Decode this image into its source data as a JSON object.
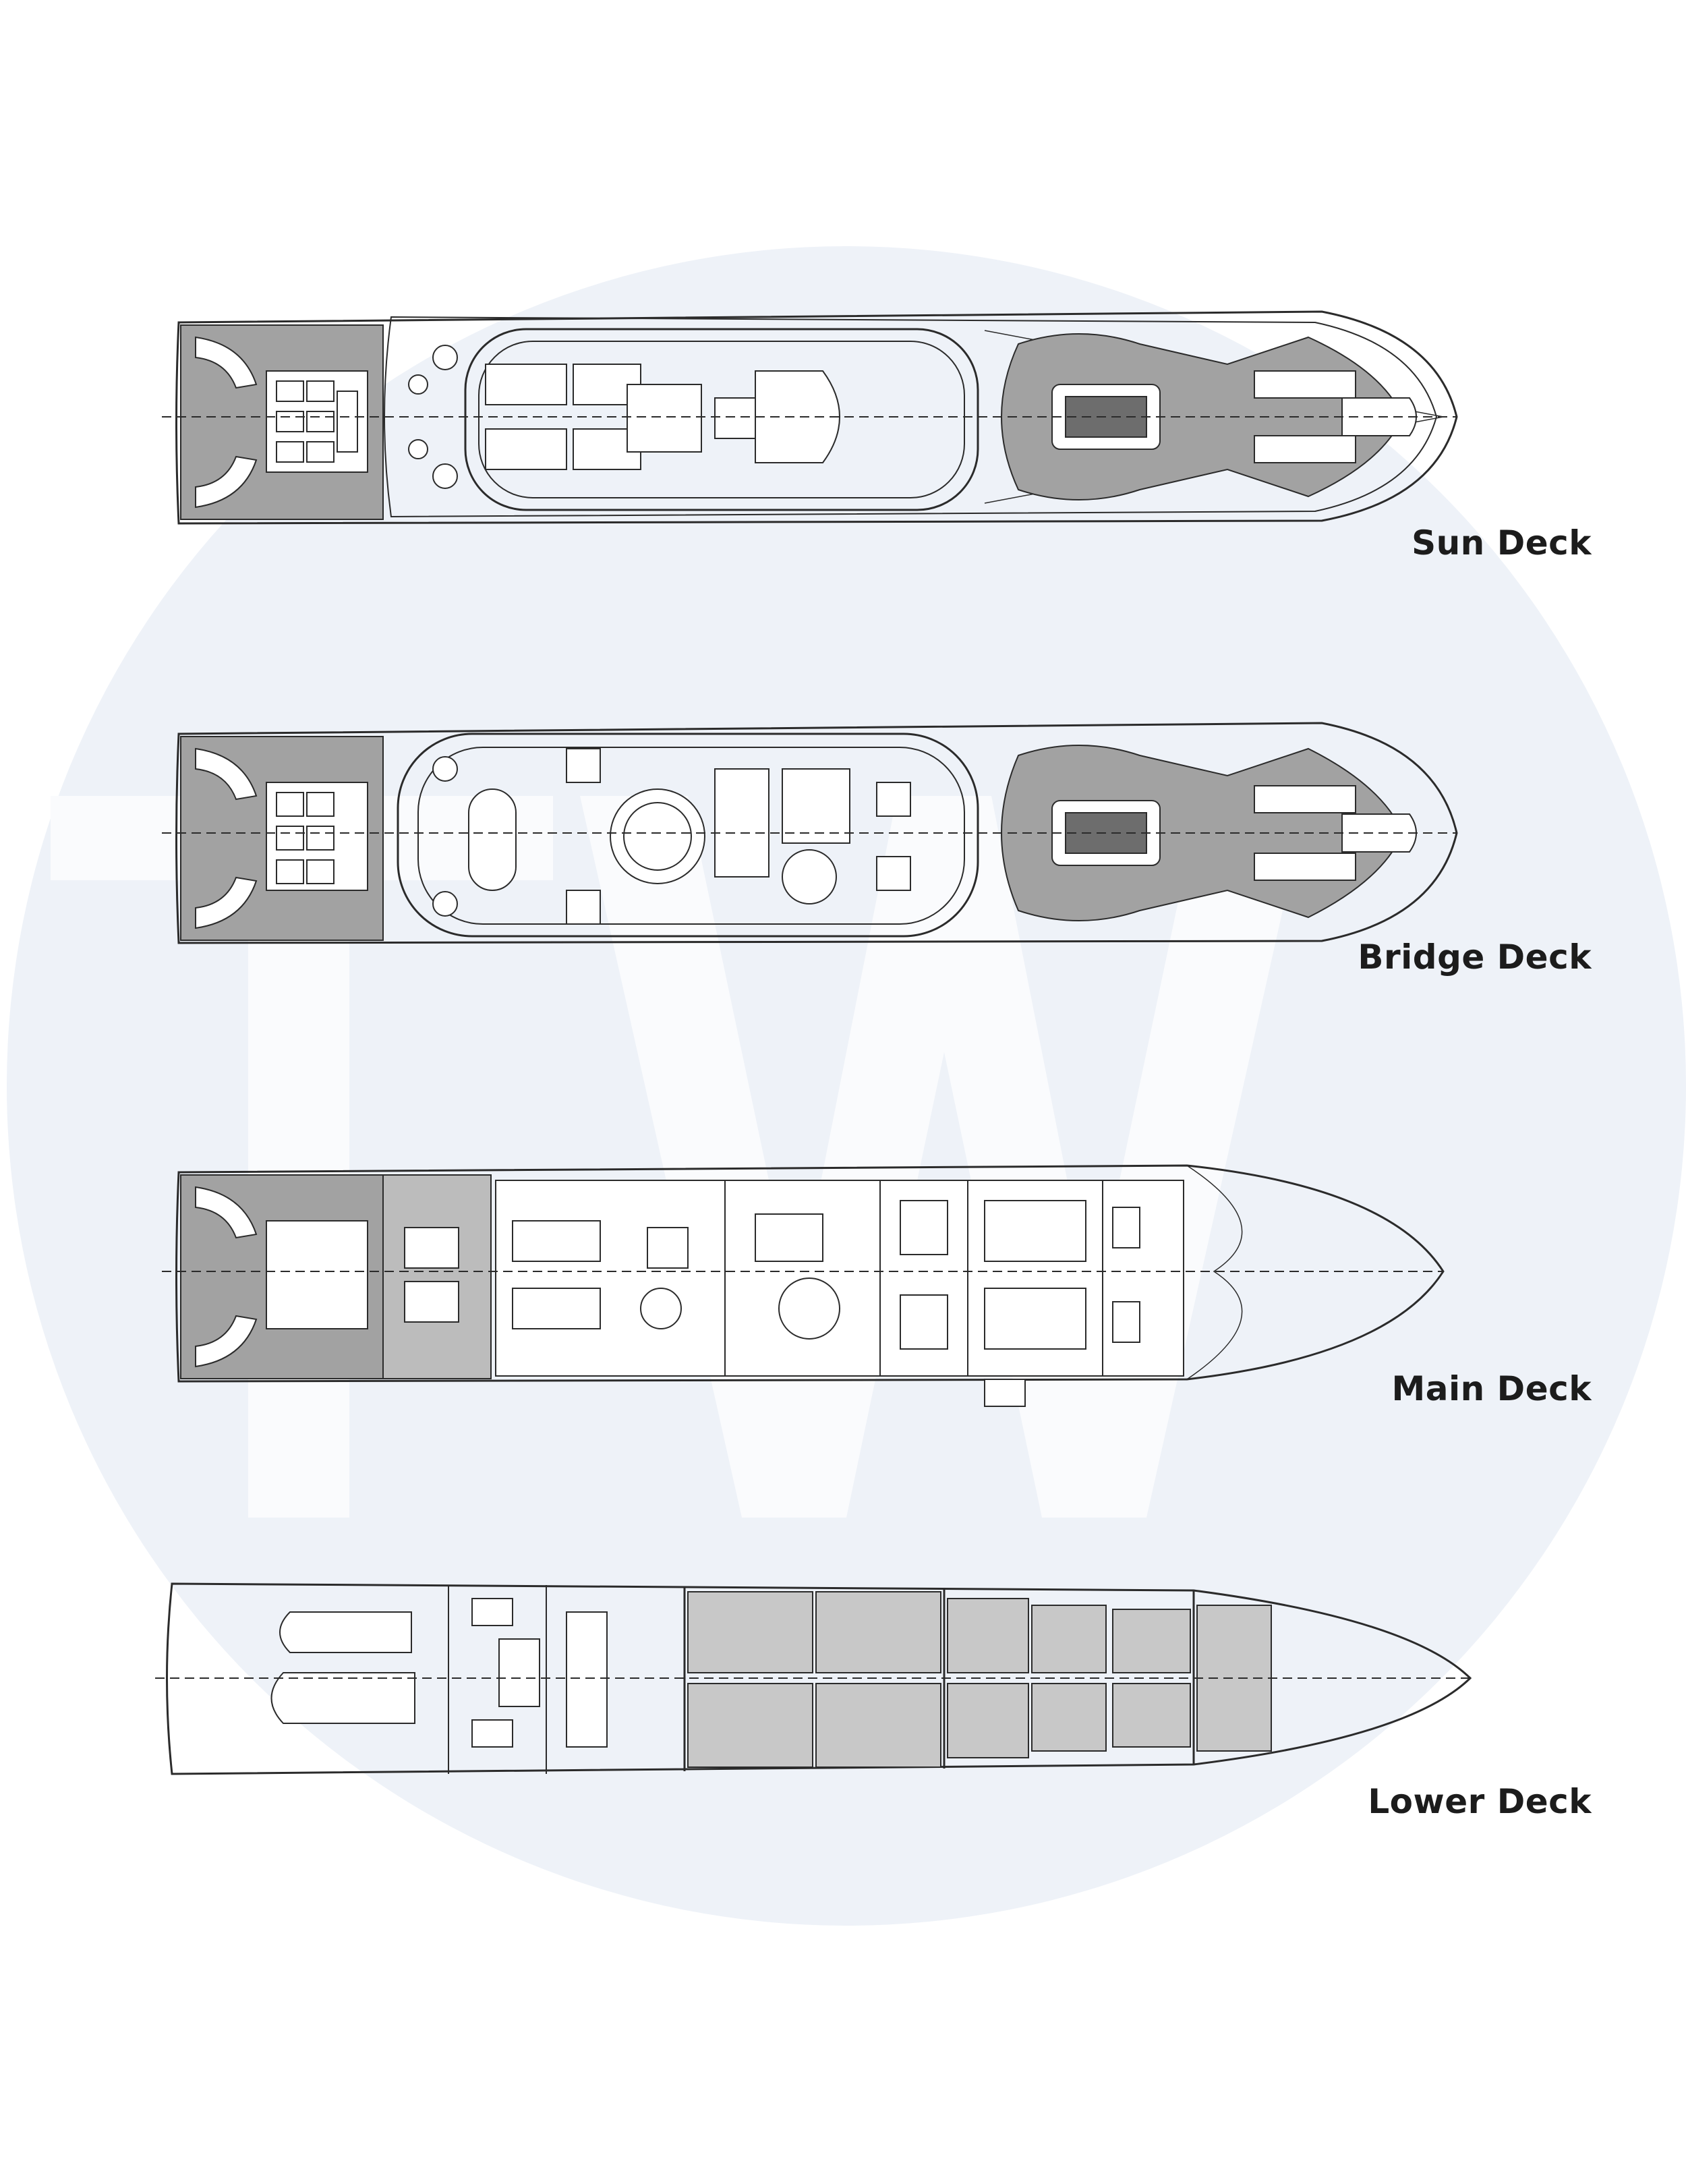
{
  "colors": {
    "watermark_circle": "#eef2f8",
    "watermark_letters": "#fafbfd",
    "line": "#2b2b2b",
    "teak": "#9a9a9a",
    "teak_dark": "#707070"
  },
  "watermark": {
    "icon": "tw-monogram-logo",
    "text": "TW"
  },
  "decks": [
    {
      "id": "sun",
      "label": "Sun Deck"
    },
    {
      "id": "bridge",
      "label": "Bridge Deck"
    },
    {
      "id": "main",
      "label": "Main Deck"
    },
    {
      "id": "lower",
      "label": "Lower Deck"
    }
  ]
}
